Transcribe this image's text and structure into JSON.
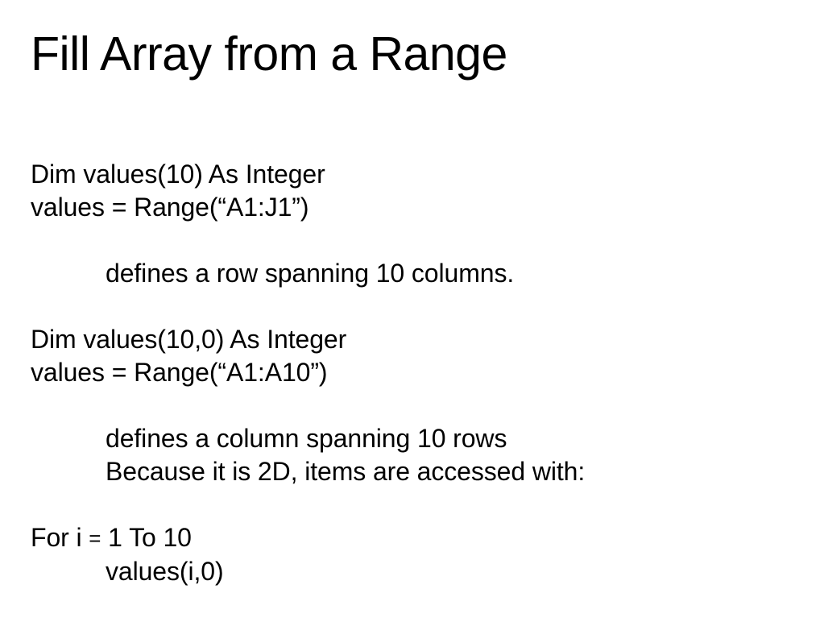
{
  "slide": {
    "title": "Fill Array from a Range",
    "background_color": "#ffffff",
    "text_color": "#000000",
    "lines": [
      {
        "text": "Dim values(10) As Integer",
        "indent": false
      },
      {
        "text": "values = Range(“A1:J1”)",
        "indent": false
      },
      {
        "text": "",
        "indent": false
      },
      {
        "text": "defines a row spanning 10 columns.",
        "indent": true
      },
      {
        "text": "",
        "indent": false
      },
      {
        "text": "Dim values(10,0) As Integer",
        "indent": false
      },
      {
        "text": "values = Range(“A1:A10”)",
        "indent": false
      },
      {
        "text": "",
        "indent": false
      },
      {
        "text": "defines a column spanning 10 rows",
        "indent": true
      },
      {
        "text": "Because it is 2D, items are accessed with:",
        "indent": true
      },
      {
        "text": "",
        "indent": false
      },
      {
        "text": "For i = 1 To 10",
        "indent": false
      },
      {
        "text": "values(i,0)",
        "indent": true
      }
    ]
  }
}
